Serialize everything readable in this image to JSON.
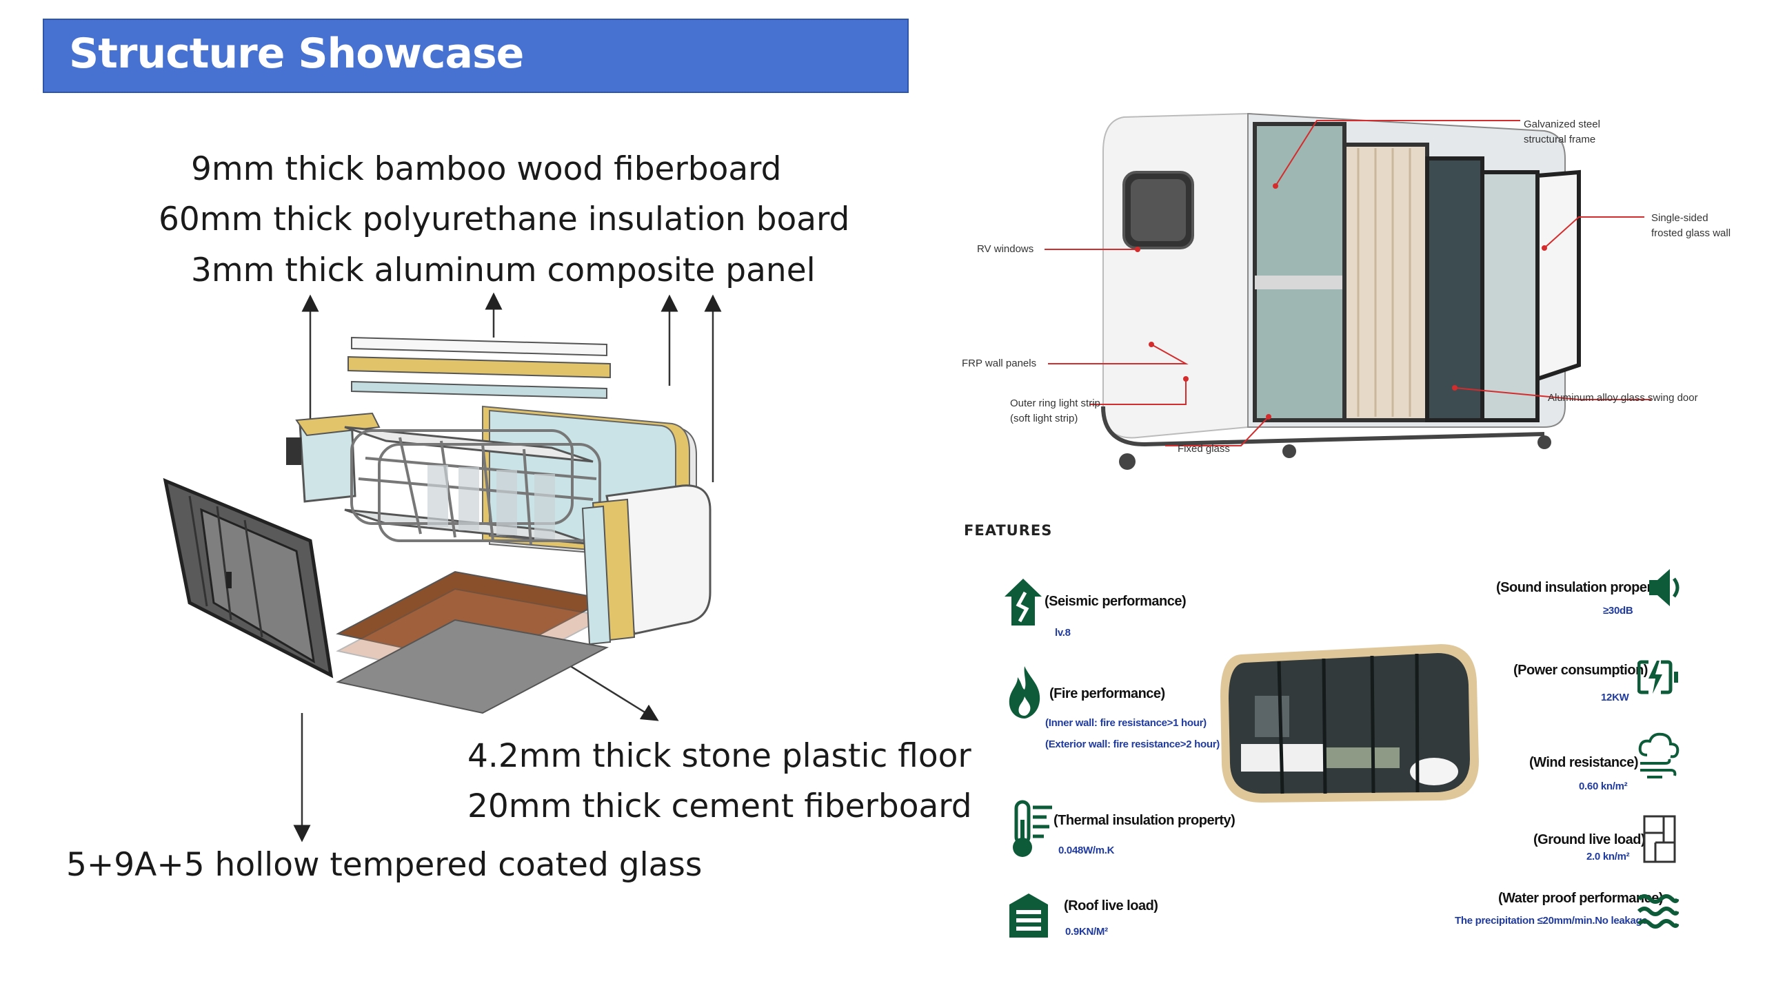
{
  "title": "Structure Showcase",
  "layers_top": [
    "9mm thick bamboo wood fiberboard",
    "60mm thick polyurethane insulation board",
    "3mm thick aluminum composite panel"
  ],
  "layers_bottom": [
    "4.2mm thick stone plastic floor",
    "20mm thick cement fiberboard"
  ],
  "glass_label": "5+9A+5 hollow tempered coated glass",
  "callouts": {
    "galvanized": "Galvanized steel\nstructural frame",
    "single_sided": "Single-sided\nfrosted glass wall",
    "rv_windows": "RV windows",
    "frp": "FRP wall panels",
    "outer_ring": "Outer ring light strip\n(soft light strip)",
    "fixed_glass": "Fixed glass",
    "door": "Aluminum alloy glass swing door"
  },
  "features_heading": "FEATURES",
  "features": {
    "seismic": {
      "title": "(Seismic performance)",
      "value": "lv.8",
      "icon": "seismic-house-icon"
    },
    "fire": {
      "title": "(Fire performance)",
      "value1": "(Inner wall: fire resistance>1 hour)",
      "value2": "(Exterior wall: fire resistance>2 hour)",
      "icon": "flame-icon"
    },
    "thermal": {
      "title": "(Thermal insulation property)",
      "value": "0.048W/m.K",
      "icon": "thermometer-icon"
    },
    "roof": {
      "title": "(Roof live load)",
      "value": "0.9KN/M²",
      "icon": "garage-icon"
    },
    "sound": {
      "title": "(Sound insulation property)",
      "value": "≥30dB",
      "icon": "speaker-icon"
    },
    "power": {
      "title": "(Power consumption)",
      "value": "12KW",
      "icon": "battery-icon"
    },
    "wind": {
      "title": "(Wind resistance)",
      "value": "0.60 kn/m²",
      "icon": "wind-icon"
    },
    "ground": {
      "title": "(Ground live load)",
      "value": "2.0 kn/m²",
      "icon": "floor-plan-icon"
    },
    "water": {
      "title": "(Water proof performance)",
      "value": "The precipitation ≤20mm/min.No leakage.",
      "icon": "waves-icon"
    }
  },
  "colors": {
    "title_bar": "#4772d2",
    "feature_green": "#0e5b3a",
    "value_blue": "#1f3aa0",
    "callout_red": "#d42c2c"
  }
}
